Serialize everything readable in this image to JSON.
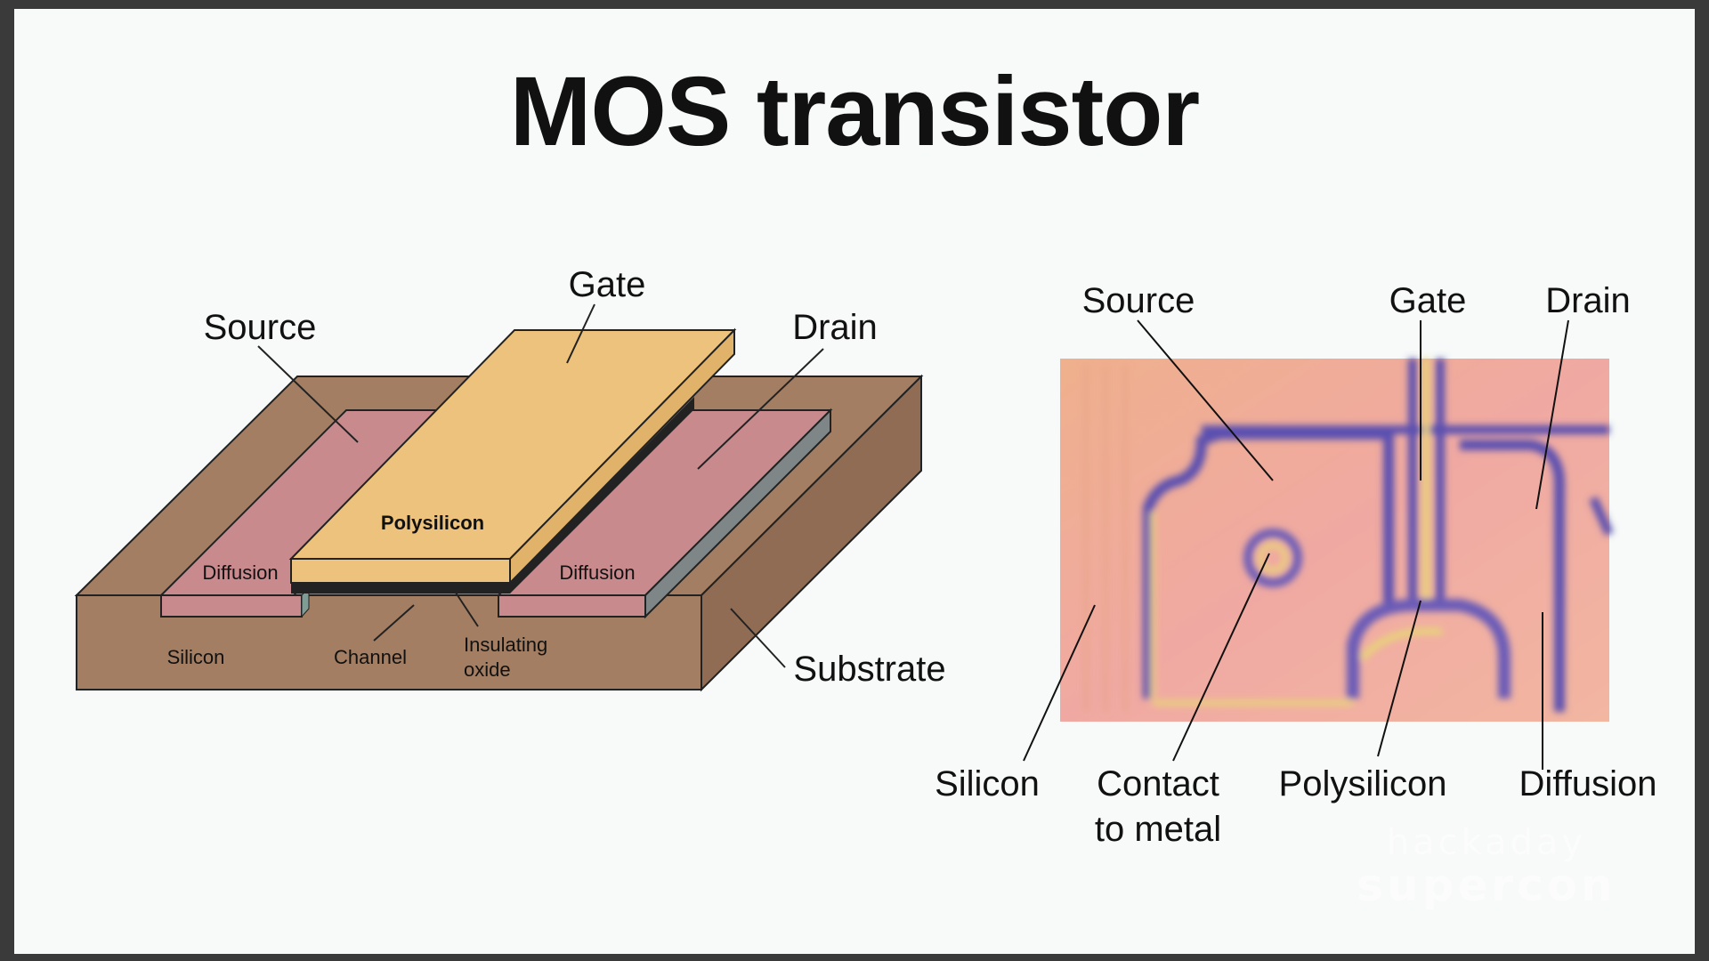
{
  "title": "MOS transistor",
  "left_diagram": {
    "labels": {
      "gate": "Gate",
      "source": "Source",
      "drain": "Drain",
      "polysilicon": "Polysilicon",
      "diffusion_left": "Diffusion",
      "diffusion_right": "Diffusion",
      "silicon": "Silicon",
      "channel": "Channel",
      "insulating_oxide_line1": "Insulating",
      "insulating_oxide_line2": "oxide",
      "substrate": "Substrate"
    },
    "colors": {
      "substrate": "#a37e63",
      "diffusion": "#c98a8e",
      "polysilicon": "#edc27c",
      "oxide": "#222222"
    }
  },
  "right_diagram": {
    "labels": {
      "source": "Source",
      "gate": "Gate",
      "drain": "Drain",
      "silicon": "Silicon",
      "contact_line1": "Contact",
      "contact_line2": "to metal",
      "polysilicon": "Polysilicon",
      "diffusion": "Diffusion"
    }
  },
  "watermark": {
    "line1": "hackaday",
    "line2": "supercon"
  }
}
